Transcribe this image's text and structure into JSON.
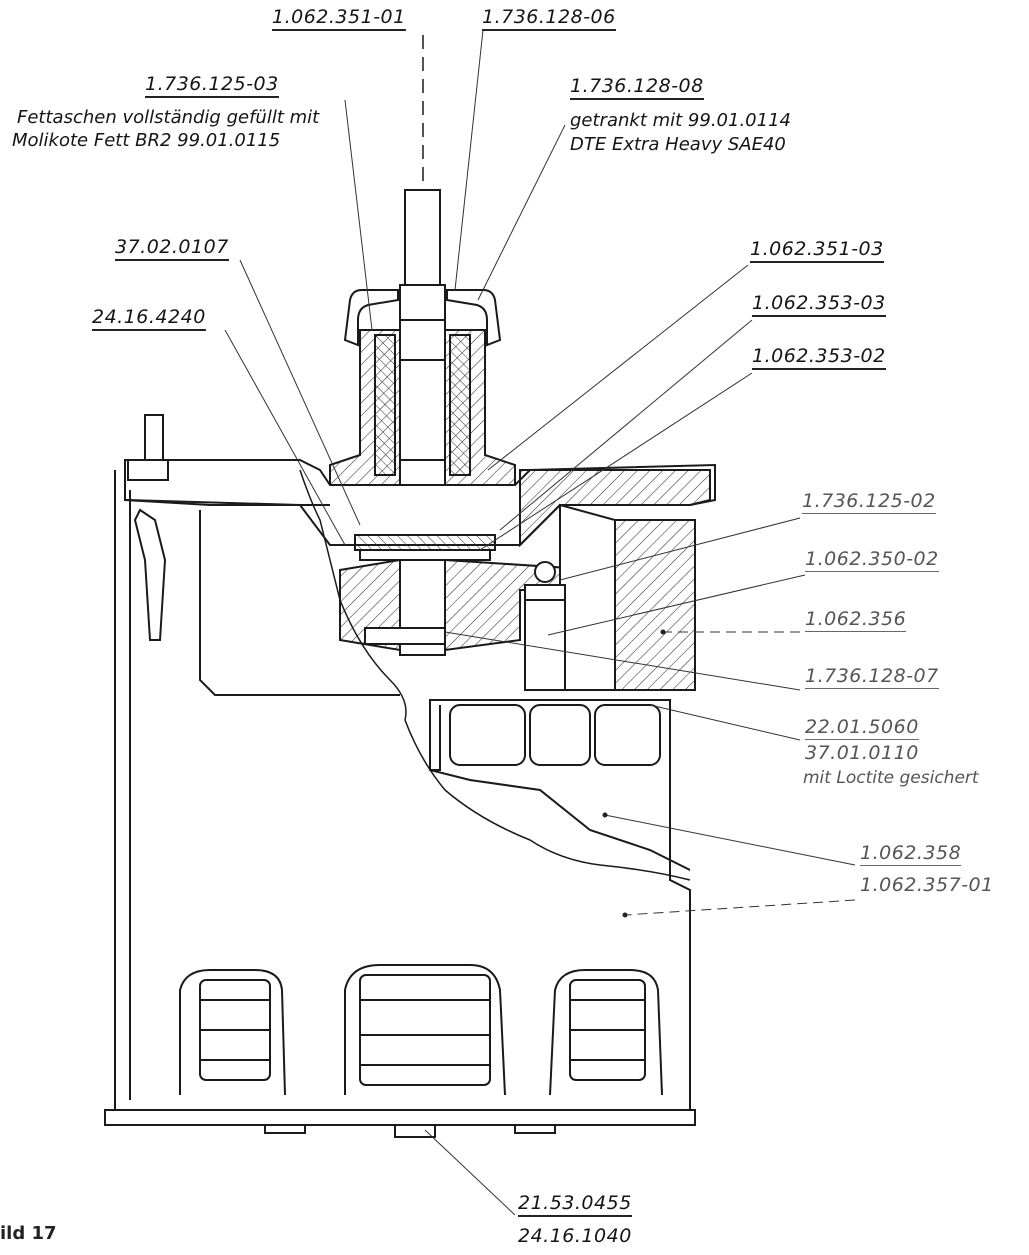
{
  "labels": {
    "p1": "1.062.351-01",
    "p2": "1.736.128-06",
    "p3": "1.736.125-03",
    "p4": "1.736.128-08",
    "p5": "37.02.0107",
    "p6": "1.062.351-03",
    "p7": "24.16.4240",
    "p8": "1.062.353-03",
    "p9": "1.062.353-02",
    "p10": "1.736.125-02",
    "p11": "1.062.350-02",
    "p12": "1.062.356",
    "p13": "1.736.128-07",
    "p14": "22.01.5060",
    "p15": "37.01.0110",
    "p16": "1.062.358",
    "p17": "1.062.357-01",
    "p18": "21.53.0455",
    "p19": "24.16.1040"
  },
  "notes": {
    "fett_line1": "Fettaschen vollständig gefüllt mit",
    "fett_line2": "Molikote Fett BR2   99.01.0115",
    "oil_line1": "getrankt mit 99.01.0114",
    "oil_line2": "DTE  Extra Heavy SAE40",
    "loctite": "mit Loctite gesichert"
  },
  "caption": "ild 17"
}
